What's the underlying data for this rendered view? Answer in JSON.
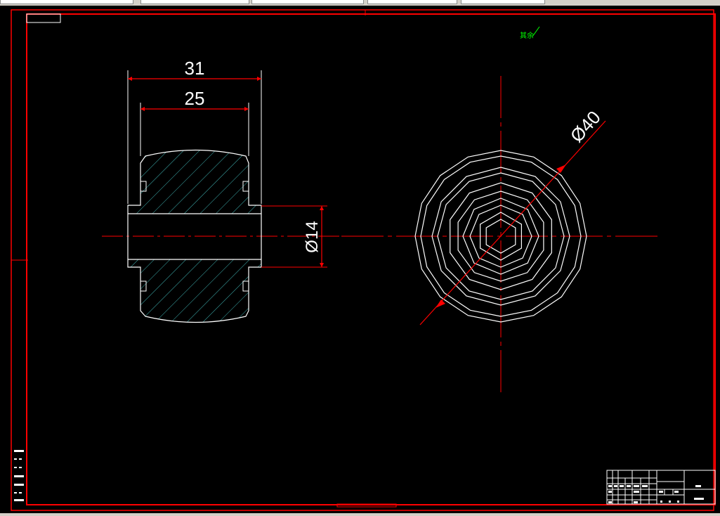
{
  "drawing": {
    "dimensions": {
      "overall_width": "31",
      "inner_width": "25",
      "bore_diameter": "Ø14",
      "outer_diameter": "Ø40"
    },
    "note": "其余"
  },
  "colors": {
    "background": "#000000",
    "frame": "#ff0000",
    "outline": "#ffffff",
    "hatch": "#3fb3b3",
    "center_line": "#ff0000",
    "note": "#00ff00"
  }
}
